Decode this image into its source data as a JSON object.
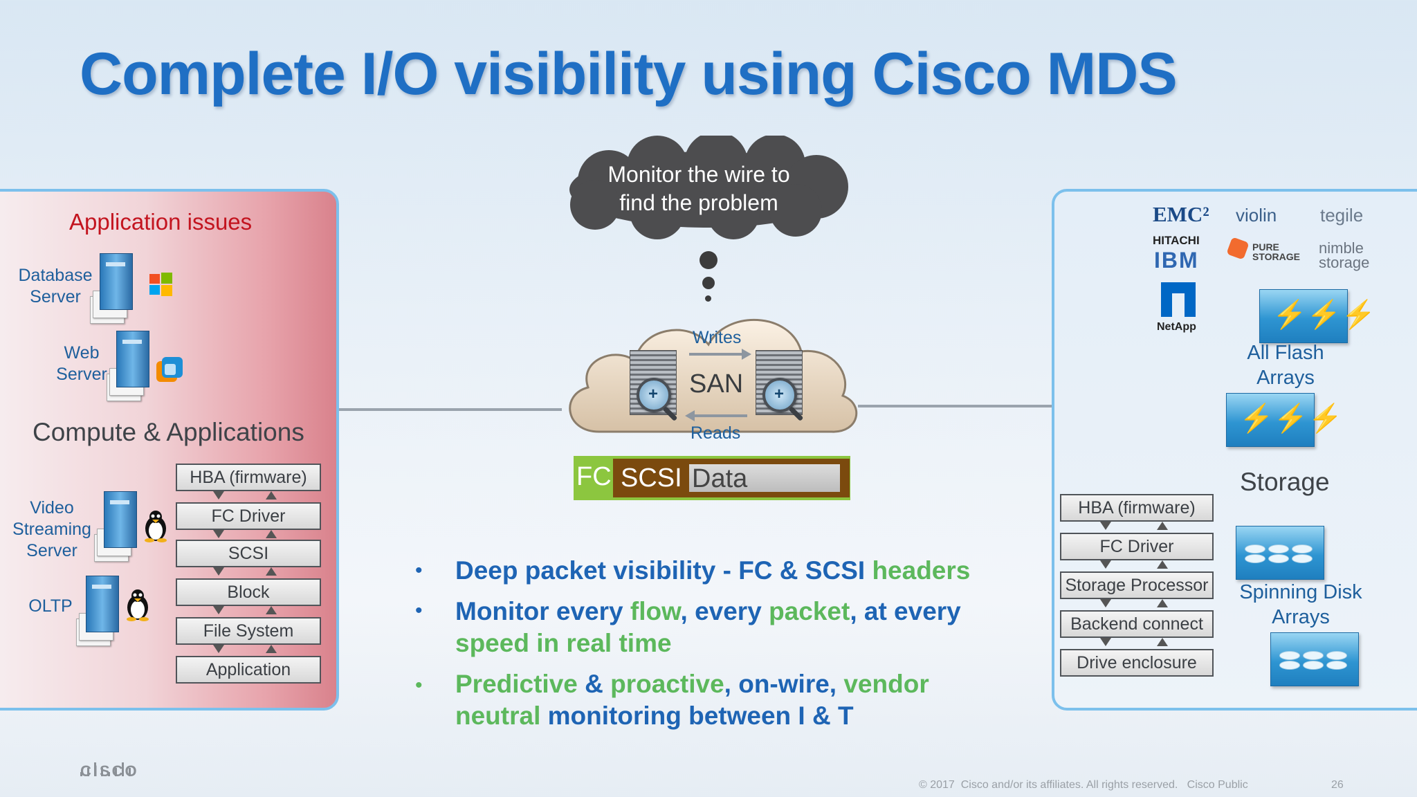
{
  "title": "Complete I/O visibility using Cisco MDS",
  "left_panel": {
    "heading": "Application issues",
    "servers": {
      "database": "Database\nServer",
      "web": "Web\nServer",
      "video": "Video\nStreaming\nServer",
      "oltp": "OLTP"
    },
    "section_label": "Compute & Applications",
    "stack": [
      "HBA (firmware)",
      "FC Driver",
      "SCSI",
      "Block",
      "File System",
      "Application"
    ]
  },
  "center": {
    "thought": "Monitor the wire to\nfind the problem",
    "writes": "Writes",
    "reads": "Reads",
    "san": "SAN",
    "frame": {
      "fc": "FC",
      "scsi": "SCSI",
      "data": "Data"
    }
  },
  "bullets": [
    {
      "parts": [
        {
          "t": "Deep packet visibility - FC & SCSI ",
          "c": "b"
        },
        {
          "t": "headers",
          "c": "g"
        }
      ]
    },
    {
      "parts": [
        {
          "t": "Monitor every ",
          "c": "b"
        },
        {
          "t": "flow",
          "c": "g"
        },
        {
          "t": ", every ",
          "c": "b"
        },
        {
          "t": "packet",
          "c": "g"
        },
        {
          "t": ", at every\n",
          "c": "b"
        },
        {
          "t": "speed in real time",
          "c": "g"
        }
      ]
    },
    {
      "parts": [
        {
          "t": "Predictive",
          "c": "g"
        },
        {
          "t": " & ",
          "c": "b"
        },
        {
          "t": "proactive",
          "c": "g"
        },
        {
          "t": ", on-wire, ",
          "c": "b"
        },
        {
          "t": "vendor\nneutral",
          "c": "g"
        },
        {
          "t": " monitoring between I & T",
          "c": "b"
        }
      ]
    }
  ],
  "right_panel": {
    "vendors": {
      "emc": "EMC²",
      "hitachi": "HITACHI",
      "ibm": "IBM",
      "netapp": "NetApp",
      "violin": "violin",
      "tegile": "tegile",
      "pure": "PURE\nSTORAGE",
      "nimble": "nimble\nstorage"
    },
    "all_flash": "All Flash\nArrays",
    "storage_label": "Storage",
    "spinning": "Spinning Disk\nArrays",
    "stack": [
      "HBA (firmware)",
      "FC Driver",
      "Storage Processor",
      "Backend connect",
      "Drive enclosure"
    ]
  },
  "footer": {
    "logo": "CISCO",
    "copyright": "© 2017  Cisco and/or its affiliates. All rights reserved.   Cisco Public",
    "page": "26"
  },
  "colors": {
    "title": "#1f6fc4",
    "accent_green": "#5cb85c",
    "heading_red": "#c3141f"
  }
}
